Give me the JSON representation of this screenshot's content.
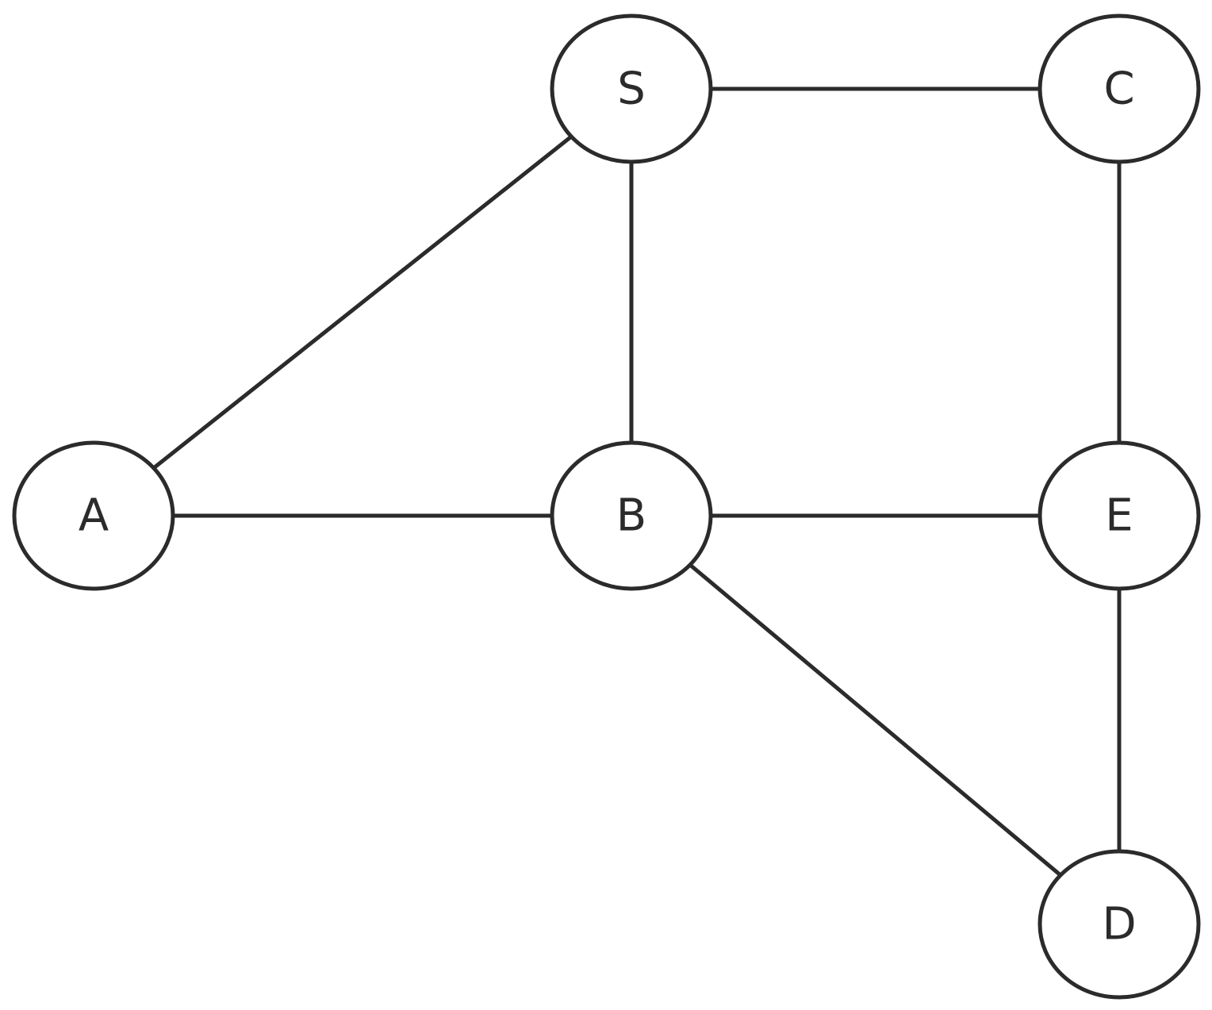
{
  "nodes": [
    {
      "id": "S",
      "label": "S"
    },
    {
      "id": "C",
      "label": "C"
    },
    {
      "id": "A",
      "label": "A"
    },
    {
      "id": "B",
      "label": "B"
    },
    {
      "id": "E",
      "label": "E"
    },
    {
      "id": "D",
      "label": "D"
    }
  ],
  "edges": [
    {
      "from": "S",
      "to": "C"
    },
    {
      "from": "S",
      "to": "A"
    },
    {
      "from": "S",
      "to": "B"
    },
    {
      "from": "C",
      "to": "E"
    },
    {
      "from": "A",
      "to": "B"
    },
    {
      "from": "B",
      "to": "E"
    },
    {
      "from": "B",
      "to": "D"
    },
    {
      "from": "E",
      "to": "D"
    }
  ],
  "colors": {
    "stroke": "#2b2b2b",
    "fill": "#ffffff",
    "background": "#ffffff"
  }
}
